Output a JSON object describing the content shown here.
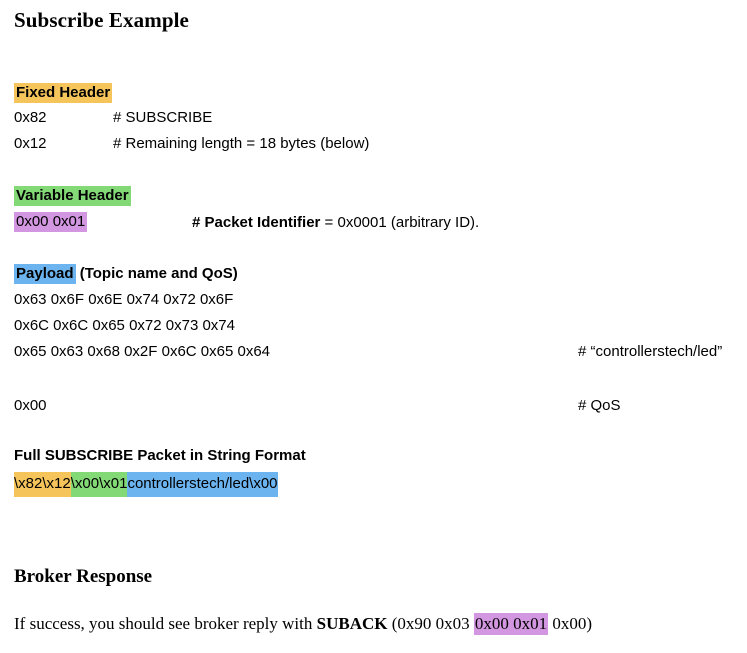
{
  "document": {
    "title": "Subscribe Example"
  },
  "fixed_header": {
    "label": "Fixed Header",
    "rows": [
      {
        "hex": "0x82",
        "comment": "# SUBSCRIBE"
      },
      {
        "hex": "0x12",
        "comment": "# Remaining length = 18 bytes (below)"
      }
    ]
  },
  "variable_header": {
    "label": "Variable Header",
    "bytes": "0x00 0x01",
    "comment_bold": "# Packet Identifier",
    "comment_rest": " = 0x0001 (arbitrary ID)."
  },
  "payload": {
    "label": "Payload",
    "label_rest": " (Topic name and QoS)",
    "rows": [
      {
        "hex": "0x63 0x6F 0x6E 0x74 0x72 0x6F",
        "comment": ""
      },
      {
        "hex": "0x6C 0x6C 0x65 0x72 0x73 0x74",
        "comment": ""
      },
      {
        "hex": "0x65 0x63 0x68 0x2F 0x6C 0x65 0x64",
        "comment": "# “controllerstech/led”"
      },
      {
        "hex": "0x00",
        "comment": "# QoS"
      }
    ]
  },
  "packet_string": {
    "label": "Full SUBSCRIBE Packet in String Format",
    "segment_fixed": "\\x82\\x12",
    "segment_variable": "\\x00\\x01",
    "segment_payload": "controllerstech/led\\x00"
  },
  "broker_response": {
    "title": "Broker Response",
    "text_before": "If success, you should see broker reply with ",
    "bold_word": "SUBACK",
    "text_mid": "  (0x90 0x03 ",
    "highlight": "0x00 0x01",
    "text_after": " 0x00)"
  },
  "colors": {
    "fixed_header_highlight": "#f5c55c",
    "variable_header_highlight": "#84d977",
    "packet_identifier_highlight": "#d396e0",
    "payload_highlight": "#6cb4f0",
    "text": "#000000",
    "background": "#ffffff"
  }
}
